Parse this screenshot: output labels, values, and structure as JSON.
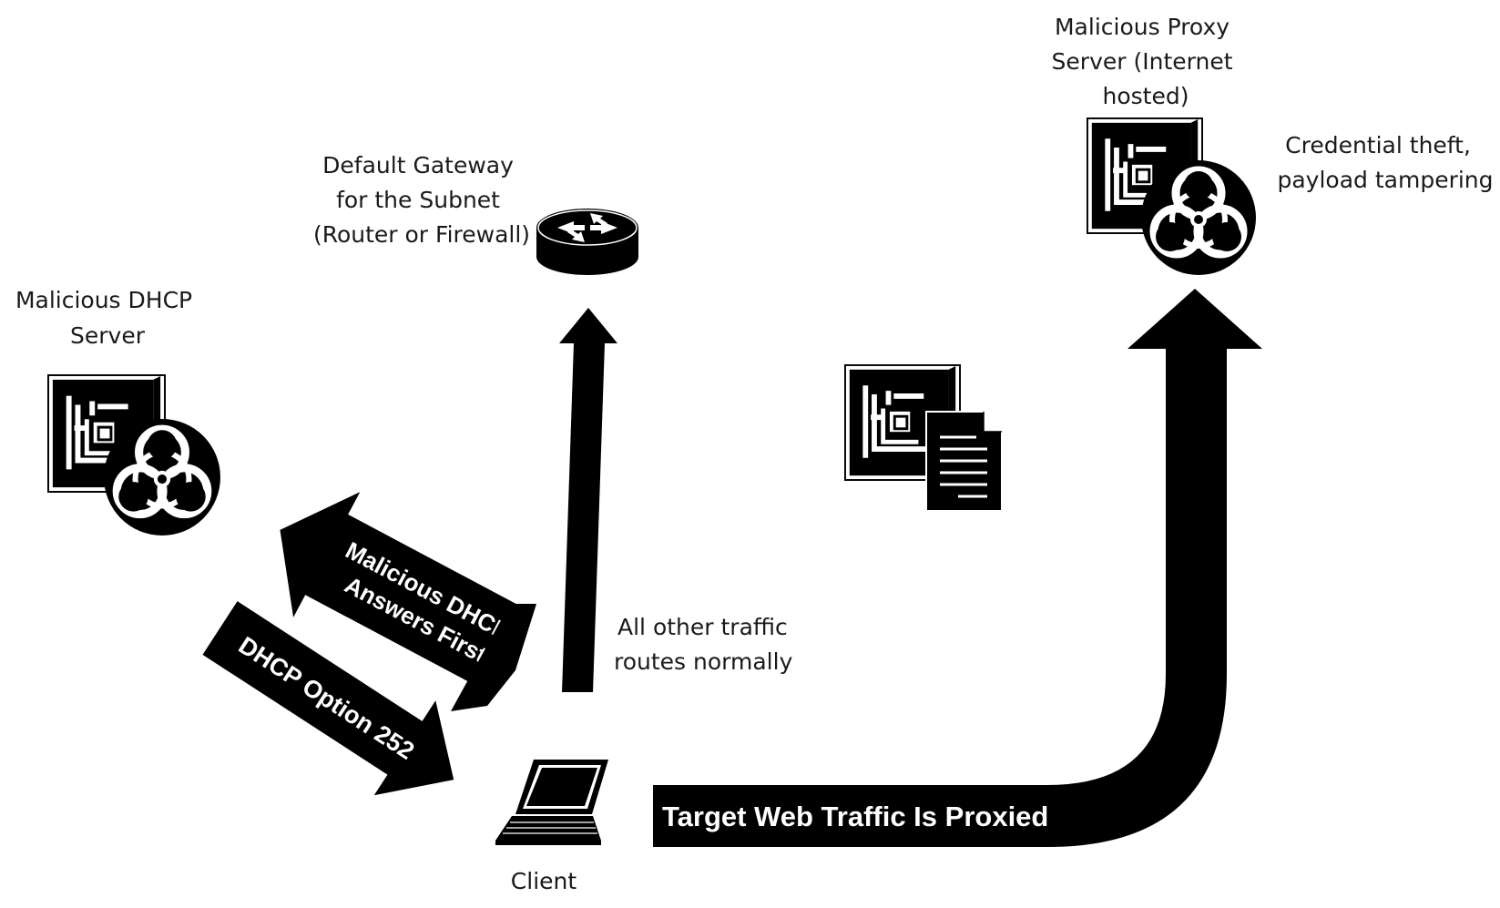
{
  "labels": {
    "malicious_dhcp_server": [
      "Malicious DHCP",
      "Server"
    ],
    "default_gateway": [
      "Default Gateway",
      "for the Subnet",
      "(Router or Firewall)"
    ],
    "malicious_proxy": [
      "Malicious Proxy",
      "Server (Internet",
      "hosted)"
    ],
    "credential_theft": [
      "Credential theft,",
      "payload tampering"
    ],
    "other_traffic": [
      "All other traffic",
      "routes normally"
    ],
    "client": "Client"
  },
  "arrows": {
    "dhcp_answers": [
      "Malicious DHCP",
      "Answers First"
    ],
    "dhcp_option": "DHCP Option 252",
    "web_traffic": "Target Web Traffic Is Proxied"
  },
  "icons": {
    "malicious_dhcp": "server-biohazard-icon",
    "router": "router-icon",
    "file_server": "server-document-icon",
    "malicious_proxy": "server-biohazard-icon",
    "client": "laptop-icon"
  },
  "colors": {
    "ink": "#000000",
    "text": "#1a1a1a",
    "background": "#ffffff"
  }
}
